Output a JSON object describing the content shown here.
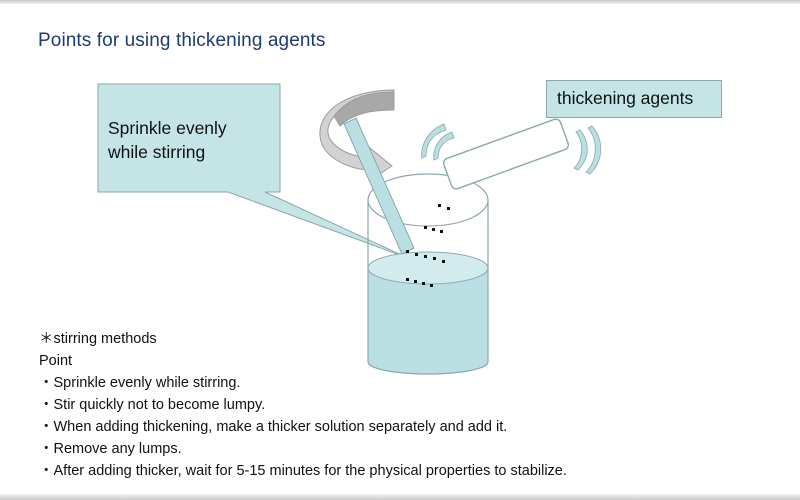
{
  "title": "Points for using thickening agents",
  "callout": {
    "line1": "Sprinkle evenly",
    "line2": "while stirring"
  },
  "agent_label": "thickening agents",
  "notes": {
    "heading": "＊stirring methods",
    "subheading": "Point",
    "items": [
      "・Sprinkle evenly while stirring.",
      "・Stir quickly not to become lumpy.",
      "・When adding thickening, make a thicker solution separately and add it.",
      "・Remove any lumps.",
      "・After adding thicker, wait for 5-15 minutes for the physical properties to stabilize."
    ]
  },
  "colors": {
    "title": "#1f3b73",
    "liquid": "#b9dfe3",
    "callout_fill": "#c4e4e6",
    "outline": "#8aa8ad",
    "arrow": "#9b9b9b"
  }
}
